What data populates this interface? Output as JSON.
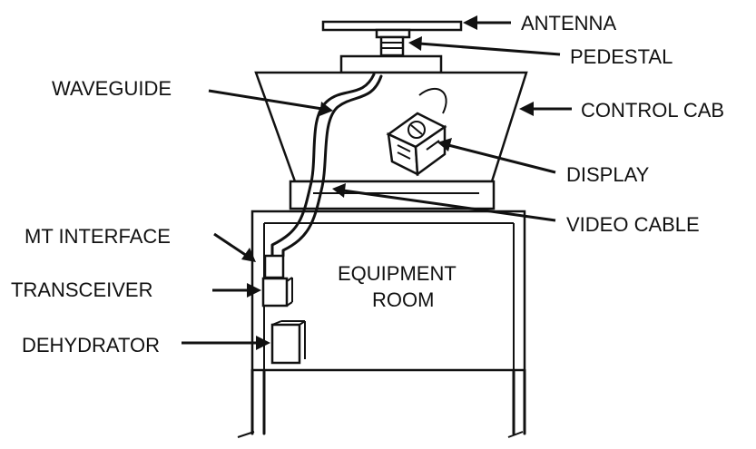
{
  "labels": {
    "antenna": "ANTENNA",
    "pedestal": "PEDESTAL",
    "waveguide": "WAVEGUIDE",
    "control_cab": "CONTROL CAB",
    "display": "DISPLAY",
    "video_cable": "VIDEO CABLE",
    "mt_interface": "MT INTERFACE",
    "transceiver": "TRANSCEIVER",
    "equipment_room_line1": "EQUIPMENT",
    "equipment_room_line2": "ROOM",
    "dehydrator": "DEHYDRATOR"
  }
}
